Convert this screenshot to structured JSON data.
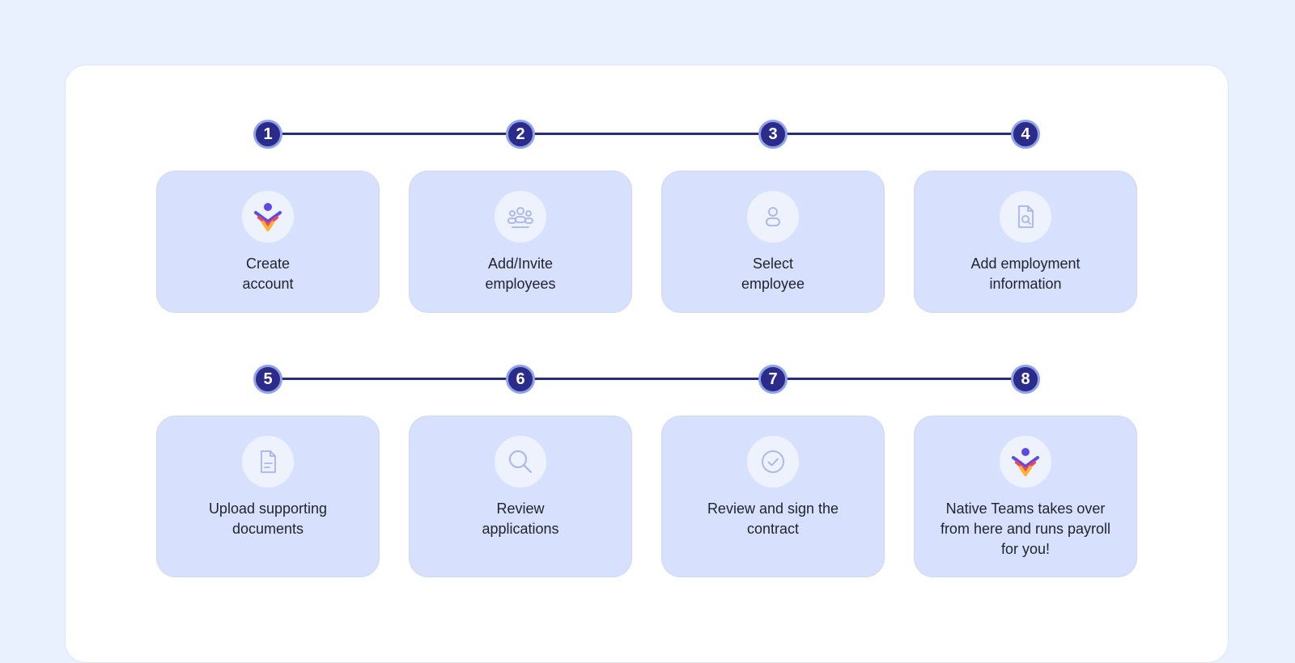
{
  "steps_row_1": [
    {
      "number": "1",
      "label": "Create\naccount",
      "icon": "brand-logo-icon"
    },
    {
      "number": "2",
      "label": "Add/Invite\nemployees",
      "icon": "team-icon"
    },
    {
      "number": "3",
      "label": "Select\nemployee",
      "icon": "person-icon"
    },
    {
      "number": "4",
      "label": "Add employment\ninformation",
      "icon": "document-search-icon"
    }
  ],
  "steps_row_2": [
    {
      "number": "5",
      "label": "Upload supporting\ndocuments",
      "icon": "document-icon"
    },
    {
      "number": "6",
      "label": "Review\napplications",
      "icon": "magnifier-icon"
    },
    {
      "number": "7",
      "label": "Review and sign the\ncontract",
      "icon": "check-circle-icon"
    },
    {
      "number": "8",
      "label": "Native Teams takes over\nfrom here and runs payroll\nfor you!",
      "icon": "brand-logo-icon"
    }
  ],
  "colors": {
    "badge": "#2b2b8a",
    "badge_ring": "#8ea3ec",
    "connector": "#2b2b7d",
    "card": "#d7e1fd",
    "icon_stroke": "#a7b4ee",
    "logo_purple": "#5b4ae6",
    "logo_red": "#f0465a",
    "logo_yellow": "#f9b233"
  }
}
